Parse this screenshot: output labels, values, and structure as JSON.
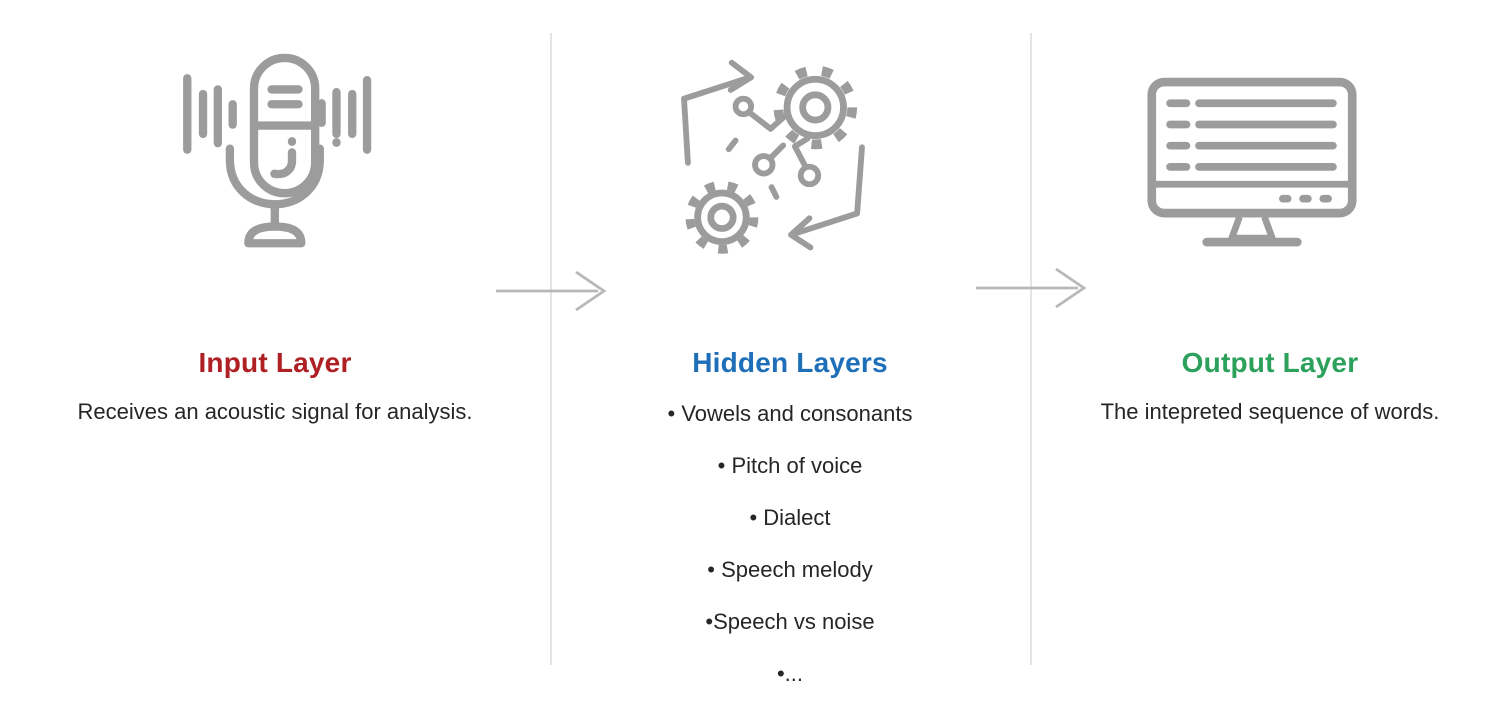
{
  "diagram": {
    "input": {
      "title": "Input Layer",
      "description": "Receives an acoustic signal for analysis.",
      "icon": "microphone-with-sound-waves-icon"
    },
    "hidden": {
      "title": "Hidden Layers",
      "icon": "gears-process-icon",
      "bullets": [
        "• Vowels and consonants",
        "• Pitch of voice",
        "• Dialect",
        "• Speech melody",
        "•Speech vs noise",
        "•..."
      ]
    },
    "output": {
      "title": "Output Layer",
      "description": "The intepreted sequence of words.",
      "icon": "computer-monitor-icon"
    }
  },
  "colors": {
    "input_title": "#ae2024",
    "hidden_title": "#1e6fb8",
    "output_title": "#2ba15c",
    "body_text": "#262626",
    "icon_gray": "#9c9c9c",
    "arrow_gray": "#b8b8b8",
    "divider_gray": "#e4e4e4",
    "background": "#ffffff"
  }
}
